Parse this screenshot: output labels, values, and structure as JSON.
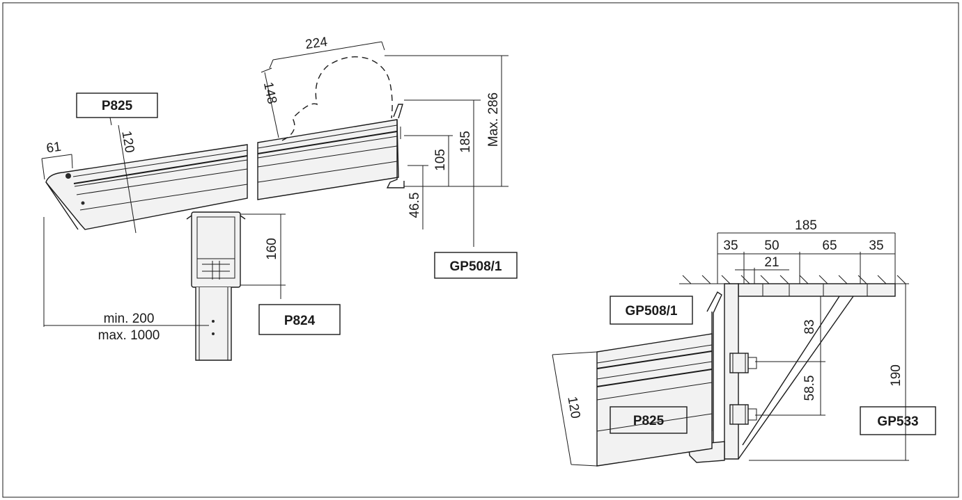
{
  "diagram": {
    "left_view": {
      "labels": {
        "housing": "P825",
        "bracket": "GP508/1",
        "column_adapter": "P824"
      },
      "dimensions": {
        "lid_opening_width": "224",
        "lid_opening_height": "148",
        "max_total_height": "Max. 286",
        "housing_height_rear": "185",
        "bracket_offset": "105",
        "bracket_base": "46.5",
        "housing_height_front": "120",
        "front_overhang": "61",
        "adapter_height": "160",
        "column_distance_min": "min. 200",
        "column_distance_max": "max. 1000"
      }
    },
    "right_view": {
      "labels": {
        "bracket_top": "GP508/1",
        "housing": "P825",
        "wall_bracket": "GP533"
      },
      "dimensions": {
        "overall_width": "185",
        "seg_1": "35",
        "seg_2": "50",
        "seg_3": "65",
        "seg_4": "35",
        "hole_offset": "21",
        "upper_bolt": "83",
        "bolt_spacing": "58.5",
        "overall_height": "190",
        "housing_height": "120"
      }
    },
    "colors": {
      "line": "#1a1a1a",
      "fill": "#f2f2f2",
      "background": "#ffffff"
    }
  }
}
